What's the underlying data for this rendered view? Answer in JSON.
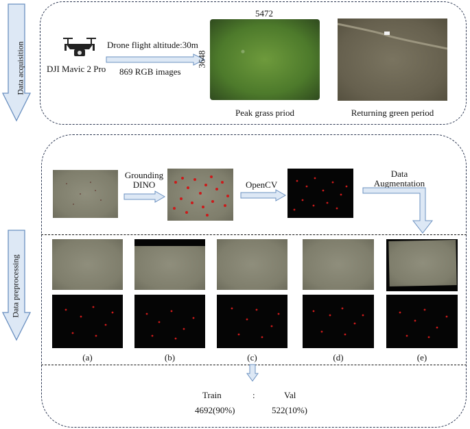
{
  "stages": {
    "acquisition": "Data acquisition",
    "preprocessing": "Data preprocessing"
  },
  "acquisition": {
    "drone_label": "DJI Mavic 2 Pro",
    "altitude": "Drone flight altitude:30m",
    "images": "869 RGB images",
    "width_px": "5472",
    "height_px": "3648",
    "peak_caption": "Peak grass priod",
    "green_caption": "Returning green period"
  },
  "pipeline": {
    "grounding": "Grounding DINO",
    "opencv": "OpenCV",
    "augmentation": "Data Augmentation"
  },
  "variants": [
    "(a)",
    "(b)",
    "(c)",
    "(d)",
    "(e)"
  ],
  "split": {
    "train_label": "Train",
    "separator": ":",
    "val_label": "Val",
    "train_value": "4692(90%)",
    "val_value": "522(10%)"
  },
  "colors": {
    "arrow_fill": "#dde8f5",
    "arrow_stroke": "#6a90c0",
    "panel_border": "#2a3550",
    "mark_red": "#cc1a1a"
  }
}
